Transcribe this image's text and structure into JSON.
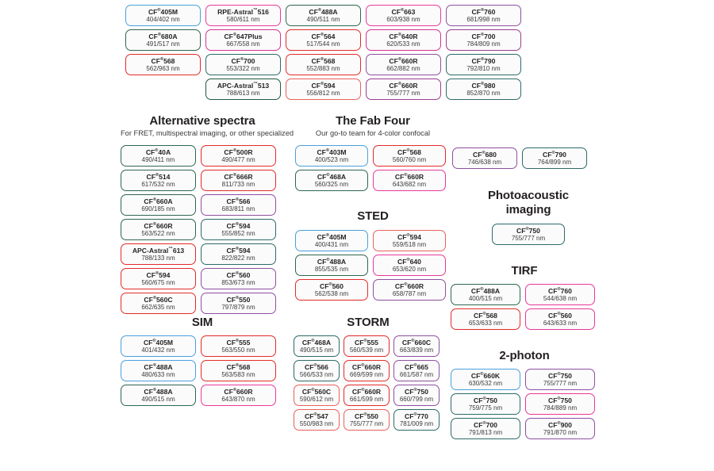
{
  "palette": {
    "blue": "#4a9fdc",
    "green": "#2e6650",
    "teal": "#2d6b68",
    "red": "#e32b28",
    "salmon": "#e8615c",
    "pink": "#e8399b",
    "magenta": "#d6338f",
    "purple": "#8e4fa0",
    "plum": "#9b3d8f",
    "darkgreen": "#1f5a43"
  },
  "sections": [
    {
      "id": "top-block",
      "title": "",
      "subtitle": "",
      "columns": [
        {
          "id": "top-col-1",
          "chips": [
            {
              "name": "CF",
              "sup": "®",
              "suffix": "405M",
              "wavelength": "404/402 nm",
              "color": "blue"
            },
            {
              "name": "CF",
              "sup": "®",
              "suffix": "680A",
              "wavelength": "491/517 nm",
              "color": "green"
            },
            {
              "name": "CF",
              "sup": "®",
              "suffix": "568",
              "wavelength": "562/963 nm",
              "color": "red"
            }
          ]
        },
        {
          "id": "top-col-2",
          "chips": [
            {
              "name": "RPE-Astral",
              "sup": "™",
              "suffix": "516",
              "wavelength": "580/611 nm",
              "color": "pink"
            },
            {
              "name": "CF",
              "sup": "®",
              "suffix": "647Plus",
              "wavelength": "667/558 nm",
              "color": "magenta"
            },
            {
              "name": "CF",
              "sup": "®",
              "suffix": "700",
              "wavelength": "553/322 nm",
              "color": "teal"
            },
            {
              "name": "APC-Astral",
              "sup": "™",
              "suffix": "513",
              "wavelength": "788/613 nm",
              "color": "darkgreen"
            }
          ]
        },
        {
          "id": "top-col-3",
          "chips": [
            {
              "name": "CF",
              "sup": "®",
              "suffix": "488A",
              "wavelength": "490/511 nm",
              "color": "green"
            },
            {
              "name": "CF",
              "sup": "®",
              "suffix": "564",
              "wavelength": "517/544 nm",
              "color": "red"
            },
            {
              "name": "CF",
              "sup": "®",
              "suffix": "568",
              "wavelength": "552/883 nm",
              "color": "red"
            },
            {
              "name": "CF",
              "sup": "®",
              "suffix": "594",
              "wavelength": "556/812 nm",
              "color": "salmon"
            }
          ]
        },
        {
          "id": "top-col-4",
          "chips": [
            {
              "name": "CF",
              "sup": "®",
              "suffix": "663",
              "wavelength": "603/938 nm",
              "color": "pink"
            },
            {
              "name": "CF",
              "sup": "®",
              "suffix": "640R",
              "wavelength": "620/533 nm",
              "color": "magenta"
            },
            {
              "name": "CF",
              "sup": "®",
              "suffix": "660R",
              "wavelength": "662/882 nm",
              "color": "purple"
            },
            {
              "name": "CF",
              "sup": "®",
              "suffix": "660R",
              "wavelength": "755/777 nm",
              "color": "plum"
            }
          ]
        },
        {
          "id": "top-col-5",
          "chips": [
            {
              "name": "CF",
              "sup": "®",
              "suffix": "760",
              "wavelength": "681/998 nm",
              "color": "purple"
            },
            {
              "name": "CF",
              "sup": "®",
              "suffix": "700",
              "wavelength": "784/809 nm",
              "color": "plum"
            },
            {
              "name": "CF",
              "sup": "®",
              "suffix": "790",
              "wavelength": "792/810 nm",
              "color": "teal"
            },
            {
              "name": "CF",
              "sup": "®",
              "suffix": "980",
              "wavelength": "852/870 nm",
              "color": "teal"
            }
          ]
        }
      ]
    },
    {
      "id": "alternative-spectra",
      "title": "Alternative spectra",
      "subtitle": "For FRET, multispectral imaging, or other specialized",
      "columns": [
        {
          "id": "alt-col-1",
          "chips": [
            {
              "name": "CF",
              "sup": "®",
              "suffix": "40A",
              "wavelength": "490/411 nm",
              "color": "green"
            },
            {
              "name": "CF",
              "sup": "®",
              "suffix": "514",
              "wavelength": "617/532 nm",
              "color": "green"
            },
            {
              "name": "CF",
              "sup": "®",
              "suffix": "660A",
              "wavelength": "690/185 nm",
              "color": "green"
            },
            {
              "name": "CF",
              "sup": "®",
              "suffix": "660R",
              "wavelength": "563/522 nm",
              "color": "green"
            },
            {
              "name": "APC-Astral",
              "sup": "™",
              "suffix": "613",
              "wavelength": "788/133 nm",
              "color": "red"
            },
            {
              "name": "CF",
              "sup": "®",
              "suffix": "594",
              "wavelength": "560/675 nm",
              "color": "red"
            },
            {
              "name": "CF",
              "sup": "®",
              "suffix": "560C",
              "wavelength": "662/635 nm",
              "color": "red"
            }
          ]
        },
        {
          "id": "alt-col-2",
          "chips": [
            {
              "name": "CF",
              "sup": "®",
              "suffix": "500R",
              "wavelength": "490/477 nm",
              "color": "red"
            },
            {
              "name": "CF",
              "sup": "®",
              "suffix": "666R",
              "wavelength": "811/733 nm",
              "color": "red"
            },
            {
              "name": "CF",
              "sup": "®",
              "suffix": "566",
              "wavelength": "683/811 nm",
              "color": "purple"
            },
            {
              "name": "CF",
              "sup": "®",
              "suffix": "594",
              "wavelength": "555/852 nm",
              "color": "teal"
            },
            {
              "name": "CF",
              "sup": "®",
              "suffix": "594",
              "wavelength": "822/822 nm",
              "color": "teal"
            },
            {
              "name": "CF",
              "sup": "®",
              "suffix": "560",
              "wavelength": "853/673 nm",
              "color": "purple"
            },
            {
              "name": "CF",
              "sup": "®",
              "suffix": "550",
              "wavelength": "797/879 nm",
              "color": "purple"
            }
          ]
        }
      ]
    },
    {
      "id": "fab-four",
      "title": "The Fab Four",
      "subtitle": "Our go-to team for 4-color confocal",
      "columns": [
        {
          "id": "fab-col-1",
          "chips": [
            {
              "name": "CF",
              "sup": "®",
              "suffix": "403M",
              "wavelength": "400/523 nm",
              "color": "blue"
            },
            {
              "name": "CF",
              "sup": "®",
              "suffix": "468A",
              "wavelength": "560/325 nm",
              "color": "green"
            }
          ]
        },
        {
          "id": "fab-col-2",
          "chips": [
            {
              "name": "CF",
              "sup": "®",
              "suffix": "568",
              "wavelength": "560/760 nm",
              "color": "red"
            },
            {
              "name": "CF",
              "sup": "®",
              "suffix": "660R",
              "wavelength": "643/682 nm",
              "color": "pink"
            }
          ]
        }
      ]
    },
    {
      "id": "sted",
      "title": "STED",
      "subtitle": "",
      "columns": [
        {
          "id": "sted-col-1",
          "chips": [
            {
              "name": "CF",
              "sup": "®",
              "suffix": "405M",
              "wavelength": "400/431 nm",
              "color": "blue"
            },
            {
              "name": "CF",
              "sup": "®",
              "suffix": "488A",
              "wavelength": "855/535 nm",
              "color": "green"
            },
            {
              "name": "CF",
              "sup": "®",
              "suffix": "560",
              "wavelength": "562/538 nm",
              "color": "red"
            }
          ]
        },
        {
          "id": "sted-col-2",
          "chips": [
            {
              "name": "CF",
              "sup": "®",
              "suffix": "594",
              "wavelength": "559/518 nm",
              "color": "salmon"
            },
            {
              "name": "CF",
              "sup": "®",
              "suffix": "640",
              "wavelength": "653/620 nm",
              "color": "pink"
            },
            {
              "name": "CF",
              "sup": "®",
              "suffix": "660R",
              "wavelength": "658/787 nm",
              "color": "purple"
            }
          ]
        }
      ]
    },
    {
      "id": "photoacoustic-row-top",
      "title": "",
      "subtitle": "",
      "columns": [
        {
          "id": "pa-top-col-1",
          "chips": [
            {
              "name": "CF",
              "sup": "®",
              "suffix": "680",
              "wavelength": "746/638 nm",
              "color": "purple"
            }
          ]
        },
        {
          "id": "pa-top-col-2",
          "chips": [
            {
              "name": "CF",
              "sup": "®",
              "suffix": "790",
              "wavelength": "764/899 nm",
              "color": "teal"
            }
          ]
        }
      ]
    },
    {
      "id": "photoacoustic",
      "title": "Photoacoustic imaging",
      "subtitle": "",
      "columns": [
        {
          "id": "pa-col-1",
          "chips": [
            {
              "name": "CF",
              "sup": "®",
              "suffix": "750",
              "wavelength": "755/777 nm",
              "color": "teal"
            }
          ]
        }
      ]
    },
    {
      "id": "tirf",
      "title": "TIRF",
      "subtitle": "",
      "columns": [
        {
          "id": "tirf-col-1",
          "chips": [
            {
              "name": "CF",
              "sup": "®",
              "suffix": "488A",
              "wavelength": "400/515 nm",
              "color": "green"
            },
            {
              "name": "CF",
              "sup": "®",
              "suffix": "568",
              "wavelength": "653/633 nm",
              "color": "red"
            }
          ]
        },
        {
          "id": "tirf-col-2",
          "chips": [
            {
              "name": "CF",
              "sup": "®",
              "suffix": "760",
              "wavelength": "544/638 nm",
              "color": "pink"
            },
            {
              "name": "CF",
              "sup": "®",
              "suffix": "560",
              "wavelength": "643/633 nm",
              "color": "pink"
            }
          ]
        }
      ]
    },
    {
      "id": "two-photon",
      "title": "2-photon",
      "subtitle": "",
      "columns": [
        {
          "id": "tp-col-1",
          "chips": [
            {
              "name": "CF",
              "sup": "®",
              "suffix": "660K",
              "wavelength": "630/532 nm",
              "color": "blue"
            },
            {
              "name": "CF",
              "sup": "®",
              "suffix": "750",
              "wavelength": "759/775 nm",
              "color": "teal"
            },
            {
              "name": "CF",
              "sup": "®",
              "suffix": "700",
              "wavelength": "791/813 nm",
              "color": "teal"
            }
          ]
        },
        {
          "id": "tp-col-2",
          "chips": [
            {
              "name": "CF",
              "sup": "®",
              "suffix": "750",
              "wavelength": "755/777 nm",
              "color": "purple"
            },
            {
              "name": "CF",
              "sup": "®",
              "suffix": "750",
              "wavelength": "784/889 nm",
              "color": "pink"
            },
            {
              "name": "CF",
              "sup": "®",
              "suffix": "900",
              "wavelength": "791/870 nm",
              "color": "purple"
            }
          ]
        }
      ]
    },
    {
      "id": "sim",
      "title": "SIM",
      "subtitle": "",
      "columns": [
        {
          "id": "sim-col-1",
          "chips": [
            {
              "name": "CF",
              "sup": "®",
              "suffix": "405M",
              "wavelength": "401/432 nm",
              "color": "blue"
            },
            {
              "name": "CF",
              "sup": "®",
              "suffix": "488A",
              "wavelength": "480/633 nm",
              "color": "blue"
            },
            {
              "name": "CF",
              "sup": "®",
              "suffix": "488A",
              "wavelength": "490/515 nm",
              "color": "green"
            }
          ]
        },
        {
          "id": "sim-col-2",
          "chips": [
            {
              "name": "CF",
              "sup": "®",
              "suffix": "555",
              "wavelength": "563/550 nm",
              "color": "red"
            },
            {
              "name": "CF",
              "sup": "®",
              "suffix": "568",
              "wavelength": "563/583 nm",
              "color": "red"
            },
            {
              "name": "CF",
              "sup": "®",
              "suffix": "660R",
              "wavelength": "643/870 nm",
              "color": "pink"
            }
          ]
        }
      ]
    },
    {
      "id": "storm",
      "title": "STORM",
      "subtitle": "",
      "columns": [
        {
          "id": "storm-col-1",
          "chips": [
            {
              "name": "CF",
              "sup": "®",
              "suffix": "468A",
              "wavelength": "490/515 nm",
              "color": "teal"
            },
            {
              "name": "CF",
              "sup": "®",
              "suffix": "566",
              "wavelength": "566/533 nm",
              "color": "teal"
            },
            {
              "name": "CF",
              "sup": "®",
              "suffix": "560C",
              "wavelength": "590/612 nm",
              "color": "salmon"
            },
            {
              "name": "CF",
              "sup": "®",
              "suffix": "547",
              "wavelength": "550/983 nm",
              "color": "salmon"
            }
          ]
        },
        {
          "id": "storm-col-2",
          "chips": [
            {
              "name": "CF",
              "sup": "®",
              "suffix": "555",
              "wavelength": "560/539 nm",
              "color": "red"
            },
            {
              "name": "CF",
              "sup": "®",
              "suffix": "660R",
              "wavelength": "669/599 nm",
              "color": "red"
            },
            {
              "name": "CF",
              "sup": "®",
              "suffix": "660R",
              "wavelength": "661/599 nm",
              "color": "red"
            },
            {
              "name": "CF",
              "sup": "®",
              "suffix": "550",
              "wavelength": "755/777 nm",
              "color": "salmon"
            }
          ]
        },
        {
          "id": "storm-col-3",
          "chips": [
            {
              "name": "CF",
              "sup": "®",
              "suffix": "660C",
              "wavelength": "663/839 nm",
              "color": "purple"
            },
            {
              "name": "CF",
              "sup": "®",
              "suffix": "665",
              "wavelength": "661/587 nm",
              "color": "purple"
            },
            {
              "name": "CF",
              "sup": "®",
              "suffix": "750",
              "wavelength": "660/799 nm",
              "color": "purple"
            },
            {
              "name": "CF",
              "sup": "®",
              "suffix": "770",
              "wavelength": "781/009 nm",
              "color": "teal"
            }
          ]
        }
      ]
    }
  ]
}
